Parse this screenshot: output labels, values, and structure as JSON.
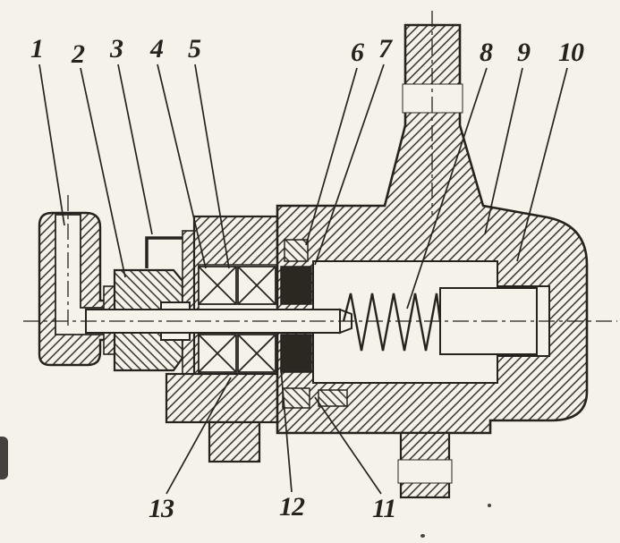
{
  "colors": {
    "ink": "#26231e",
    "paper": "#f5f2ea",
    "seal": "#2b2822"
  },
  "callouts": [
    "1",
    "2",
    "3",
    "4",
    "5",
    "6",
    "7",
    "8",
    "9",
    "10",
    "11",
    "12",
    "13"
  ]
}
